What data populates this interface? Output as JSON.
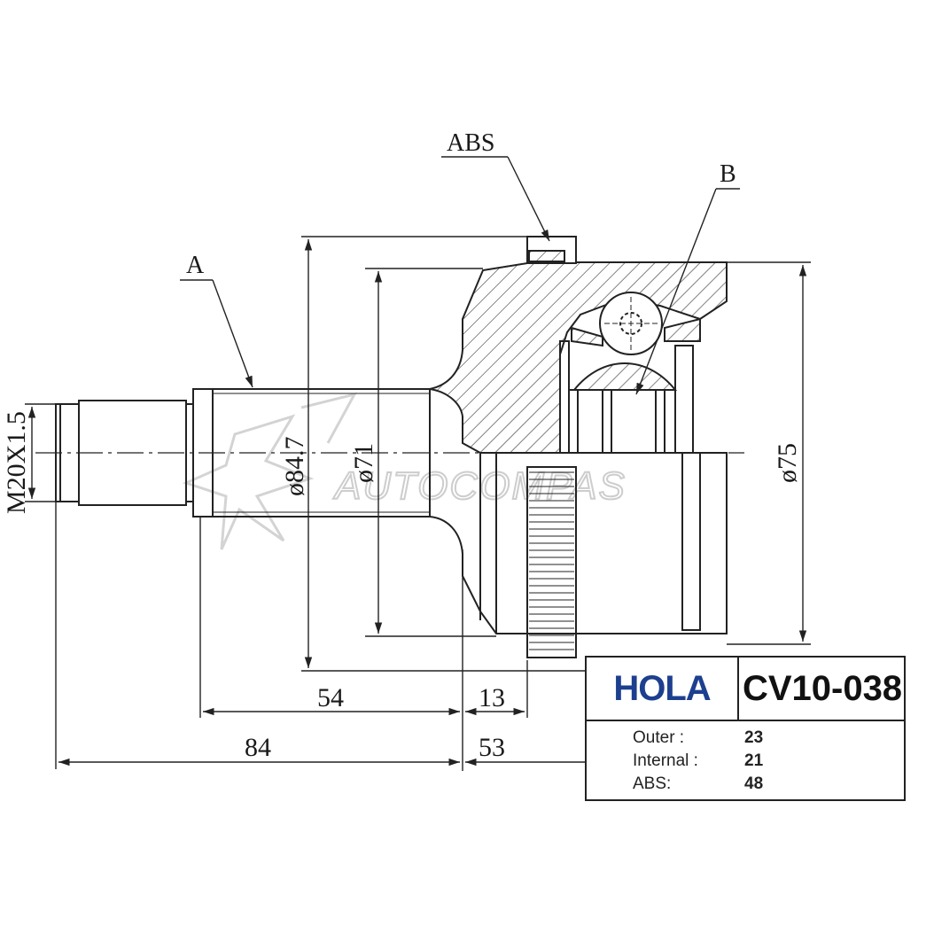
{
  "callouts": {
    "abs": "ABS",
    "a": "A",
    "b": "B"
  },
  "dimensions": {
    "thread": "M20X1.5",
    "dia_outer_shaft": "ø84.7",
    "dia_inner": "ø71",
    "dia_bell": "ø75",
    "len_54": "54",
    "len_13": "13",
    "len_84": "84",
    "len_53": "53"
  },
  "watermark": "AUTOCOMPAS",
  "spec": {
    "brand": "HOLA",
    "part_number": "CV10-038",
    "rows": [
      {
        "label": "Outer :",
        "value": "23"
      },
      {
        "label": "Internal :",
        "value": "21"
      },
      {
        "label": "ABS:",
        "value": "48"
      }
    ]
  }
}
